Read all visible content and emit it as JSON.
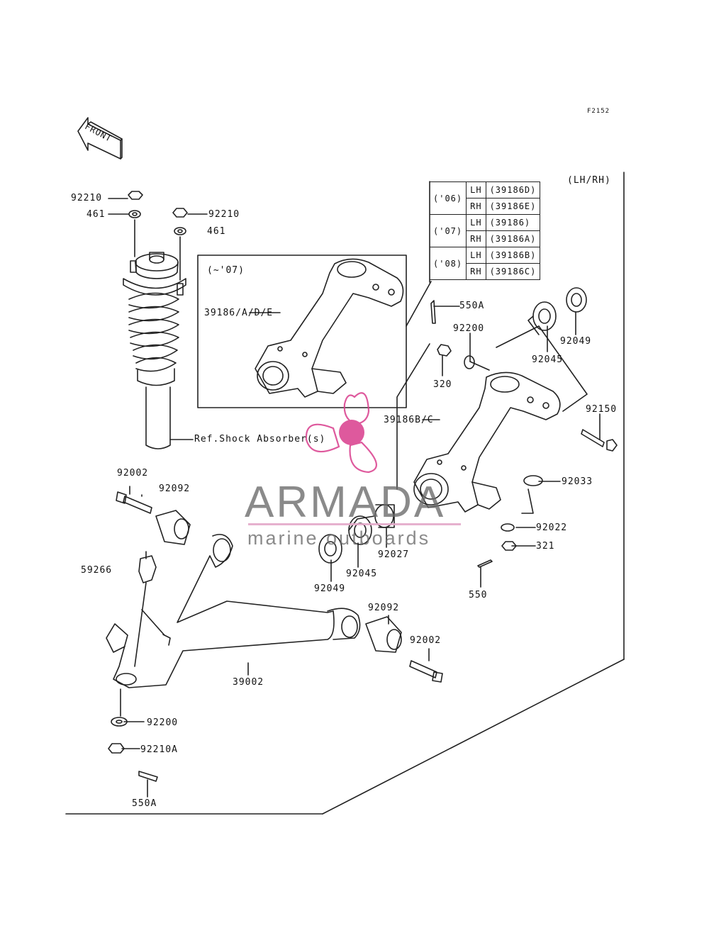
{
  "figure_code": "F2152",
  "side_note": "(LH/RH)",
  "front_label": "FRONT",
  "inset_year": "(~'07)",
  "variant_table": [
    {
      "year": "('06)",
      "rows": [
        {
          "side": "LH",
          "part": "(39186D)"
        },
        {
          "side": "RH",
          "part": "(39186E)"
        }
      ]
    },
    {
      "year": "('07)",
      "rows": [
        {
          "side": "LH",
          "part": "(39186)"
        },
        {
          "side": "RH",
          "part": "(39186A)"
        }
      ]
    },
    {
      "year": "('08)",
      "rows": [
        {
          "side": "LH",
          "part": "(39186B)"
        },
        {
          "side": "RH",
          "part": "(39186C)"
        }
      ]
    }
  ],
  "labels": {
    "nut_92210_left": "92210",
    "washer_461_left": "461",
    "nut_92210_right": "92210",
    "washer_461_right": "461",
    "knuckle_inset": "39186/A/D/E",
    "knuckle_main": "39186B/C",
    "shock_ref": "Ref.Shock Absorber(s)",
    "pin_550a_top": "550A",
    "washer_92200_top": "92200",
    "nut_320": "320",
    "bearing_92045_top": "92045",
    "seal_92049_top": "92049",
    "bolt_92150": "92150",
    "ring_92033": "92033",
    "washer_92022": "92022",
    "nut_321": "321",
    "pin_550": "550",
    "bolt_92002_top": "92002",
    "bush_92092_top": "92092",
    "balljoint_59266": "59266",
    "spacer_92027": "92027",
    "bearing_92045_mid": "92045",
    "seal_92049_mid": "92049",
    "bush_92092_bottom": "92092",
    "bolt_92002_bottom": "92002",
    "arm_39002": "39002",
    "washer_92200_bottom": "92200",
    "nut_92210a": "92210A",
    "pin_550a_bottom": "550A"
  },
  "watermark": {
    "brand": "ARMADA",
    "tagline": "marine outboards",
    "accent_color": "#d93d8c"
  }
}
